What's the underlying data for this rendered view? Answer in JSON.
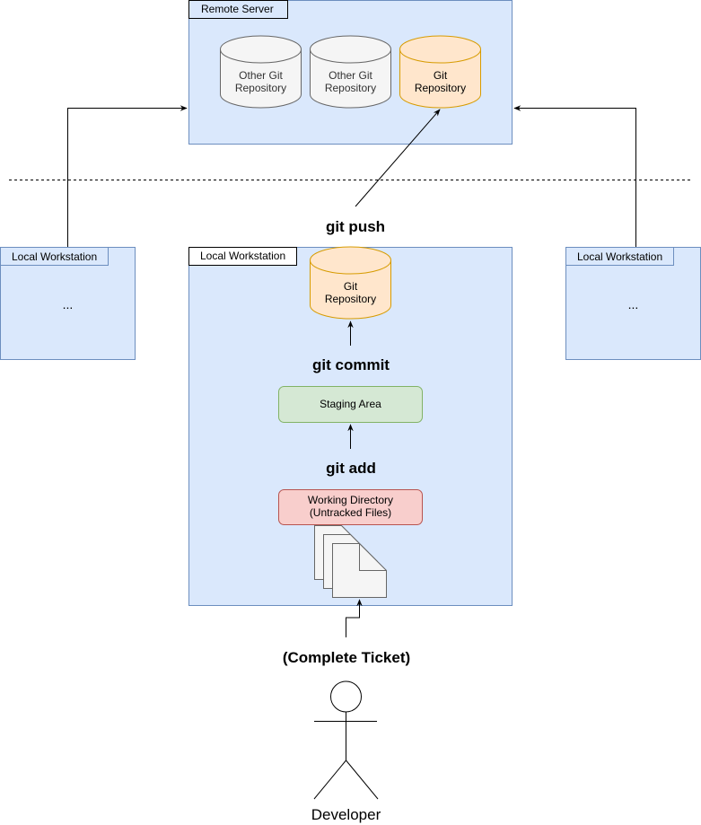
{
  "remote_server": {
    "label": "Remote Server",
    "repos": [
      {
        "line1": "Other Git",
        "line2": "Repository"
      },
      {
        "line1": "Other Git",
        "line2": "Repository"
      },
      {
        "line1": "Git",
        "line2": "Repository"
      }
    ]
  },
  "workstations": {
    "left": {
      "label": "Local Workstation",
      "content": "..."
    },
    "center": {
      "label": "Local Workstation"
    },
    "right": {
      "label": "Local Workstation",
      "content": "..."
    }
  },
  "local_repo": {
    "line1": "Git",
    "line2": "Repository"
  },
  "staging_area": "Staging Area",
  "working_directory": {
    "line1": "Working Directory",
    "line2": "(Untracked Files)"
  },
  "commands": {
    "push": "git push",
    "commit": "git commit",
    "add": "git add",
    "ticket": "(Complete Ticket)"
  },
  "actor": {
    "label": "Developer"
  },
  "colors": {
    "container_fill": "#dae8fc",
    "container_stroke": "#6c8ebf",
    "repo_gray_fill": "#f5f5f5",
    "repo_gray_stroke": "#666666",
    "repo_orange_fill": "#ffe6cc",
    "repo_orange_stroke": "#d79b00",
    "staging_fill": "#d5e8d4",
    "staging_stroke": "#82b366",
    "working_fill": "#f8cecc",
    "working_stroke": "#b85450"
  }
}
